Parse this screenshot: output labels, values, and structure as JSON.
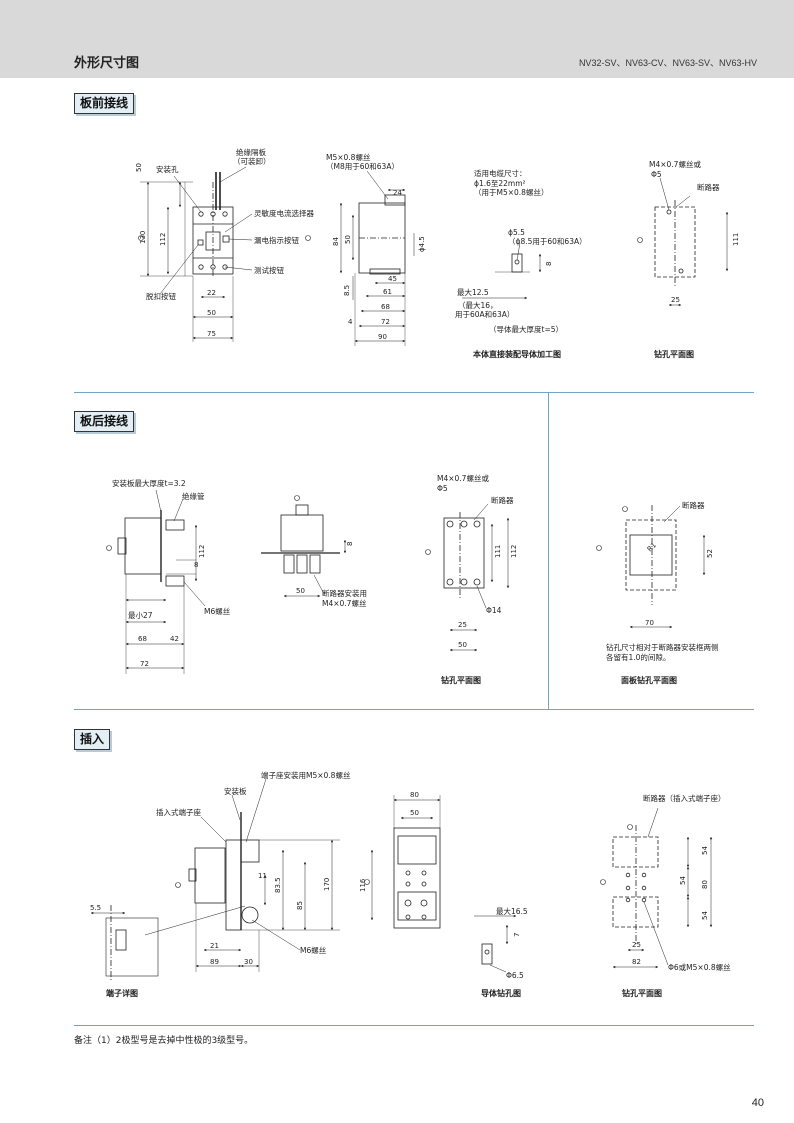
{
  "header": {
    "title": "外形尺寸图",
    "models": "NV32-SV、NV63-CV、NV63-SV、NV63-HV"
  },
  "sections": {
    "front": "板前接线",
    "rear": "板后接线",
    "plugin": "插入"
  },
  "front_drawing": {
    "labels": {
      "insulation_plate": "绝缘隔板",
      "removable": "（可装卸）",
      "mount_hole": "安装孔",
      "sensitivity_selector": "灵敏度电流选择器",
      "leak_indicator": "漏电指示按钮",
      "test_button": "测试按钮",
      "trip_button": "脱扣按钮",
      "screw_m5": "M5×0.8螺丝",
      "screw_m8": "（M8用于60和63A）",
      "cable_title": "适用电缆尺寸：",
      "cable_range": "ϕ1.6至22mm²",
      "cable_note": "（用于M5×0.8螺丝）",
      "phi55": "ϕ5.5",
      "phi85_note": "（ϕ8.5用于60和63A）",
      "max125": "最大12.5",
      "max16": "（最大16，",
      "max16b": "用于60A和63A）",
      "thickness": "（导体最大厚度t=5）",
      "caption_busbar": "本体直接装配导体加工图",
      "m4_screw": "M4×0.7螺丝或",
      "phi5": "Φ5",
      "breaker": "断路器",
      "caption_drill": "钻孔平面图"
    },
    "dims": {
      "d50": "50",
      "d112": "112",
      "d130": "130",
      "d22": "22",
      "d50b": "50",
      "d75": "75",
      "d24": "24",
      "d84": "84",
      "d50c": "50",
      "d45": "45",
      "d85": "8.5",
      "dphi45": "ϕ4.5",
      "d61": "61",
      "d68": "68",
      "d4": "4",
      "d72": "72",
      "d90": "90",
      "d8": "8",
      "d111": "111",
      "d25": "25"
    }
  },
  "rear_drawing": {
    "labels": {
      "mount_plate_max": "安装板最大厚度t=3.2",
      "insulation_tube": "绝缘管",
      "m6_screw": "M6螺丝",
      "min27": "最小27",
      "breaker_mount": "断路器安装用",
      "m4_07": "M4×0.7螺丝",
      "m4_or": "M4×0.7螺丝或",
      "phi5": "Φ5",
      "breaker": "断路器",
      "phi14": "Φ14",
      "caption_drill": "钻孔平面图",
      "breaker2": "断路器",
      "note_line1": "钻孔尺寸相对于断路器安装框两侧",
      "note_line2": "各留有1.0的间隙。",
      "caption_panel": "面板钻孔平面图"
    },
    "dims": {
      "d112": "112",
      "d8": "8",
      "d68": "68",
      "d42": "42",
      "d72": "72",
      "d8b": "8",
      "d50": "50",
      "d111": "111",
      "d112b": "112",
      "d25": "25",
      "d50b": "50",
      "dR1": "R1",
      "d52": "52",
      "d70": "70"
    }
  },
  "plugin_drawing": {
    "labels": {
      "terminal_m5": "端子座安装用M5×0.8螺丝",
      "mount_plate": "安装板",
      "plugin_terminal": "插入式端子座",
      "m6_screw": "M6螺丝",
      "caption_terminal": "端子详图",
      "max165": "最大16.5",
      "phi65": "Φ6.5",
      "caption_conductor": "导体钻孔图",
      "breaker_plugin": "断路器（插入式端子座）",
      "phi6_note": "Φ6或M5×0.8螺丝",
      "caption_drill": "钻孔平面图"
    },
    "dims": {
      "d55": "5.5",
      "d11": "11",
      "d835": "83.5",
      "d85": "85",
      "d170": "170",
      "d21": "21",
      "d89": "89",
      "d30": "30",
      "d80": "80",
      "d50": "50",
      "d116": "116",
      "d7": "7",
      "d54a": "54",
      "d54b": "54",
      "d80b": "80",
      "d54c": "54",
      "d25": "25",
      "d82": "82"
    }
  },
  "footer": {
    "note": "备注（1）2极型号是去掉中性极的3级型号。",
    "page": "40"
  }
}
